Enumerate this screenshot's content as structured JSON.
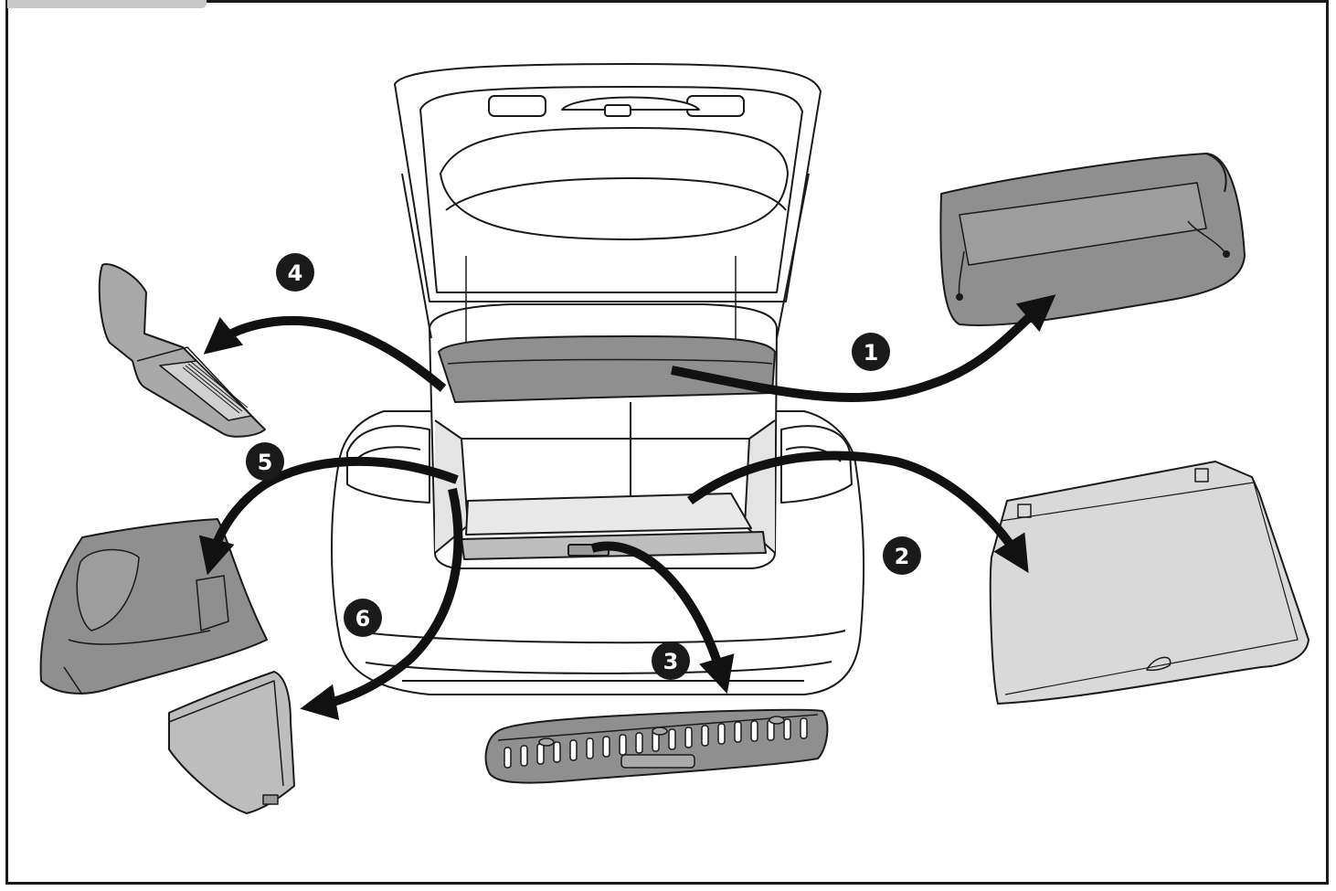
{
  "diagram": {
    "callouts": [
      {
        "id": "1",
        "label": "1",
        "part": "parcel-shelf"
      },
      {
        "id": "2",
        "label": "2",
        "part": "boot-floor"
      },
      {
        "id": "3",
        "label": "3",
        "part": "sill-trim"
      },
      {
        "id": "4",
        "label": "4",
        "part": "left-upper-side-trim"
      },
      {
        "id": "5",
        "label": "5",
        "part": "left-side-trim"
      },
      {
        "id": "6",
        "label": "6",
        "part": "left-lower-side-trim"
      }
    ],
    "colors": {
      "outline": "#1a1a1a",
      "panel_dark": "#8f8f8f",
      "panel_mid": "#a9a9a9",
      "panel_light": "#d9d9d9",
      "arrow": "#111111",
      "callout_fill": "#1a1a1a"
    }
  }
}
